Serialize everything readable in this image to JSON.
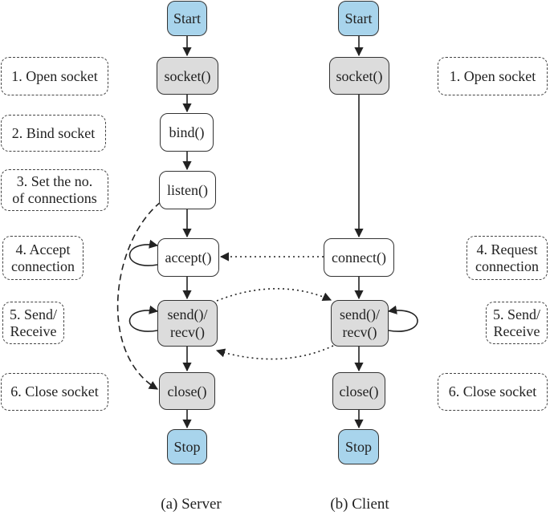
{
  "server": {
    "start": "Start",
    "socket": "socket()",
    "bind": "bind()",
    "listen": "listen()",
    "accept": "accept()",
    "send_recv": "send()/\nrecv()",
    "close": "close()",
    "stop": "Stop",
    "caption": "(a) Server"
  },
  "client": {
    "start": "Start",
    "socket": "socket()",
    "connect": "connect()",
    "send_recv": "send()/\nrecv()",
    "close": "close()",
    "stop": "Stop",
    "caption": "(b) Client"
  },
  "server_notes": [
    "1. Open socket",
    "2. Bind socket",
    "3. Set the no.\nof connections",
    "4. Accept\nconnection",
    "5. Send/\nReceive",
    "6. Close socket"
  ],
  "client_notes": [
    "1. Open socket",
    "4. Request\nconnection",
    "5. Send/\nReceive",
    "6. Close socket"
  ],
  "colors": {
    "terminal_fill": "#a8d4ec",
    "call_fill": "#dcdcdc",
    "plain_fill": "#ffffff"
  }
}
